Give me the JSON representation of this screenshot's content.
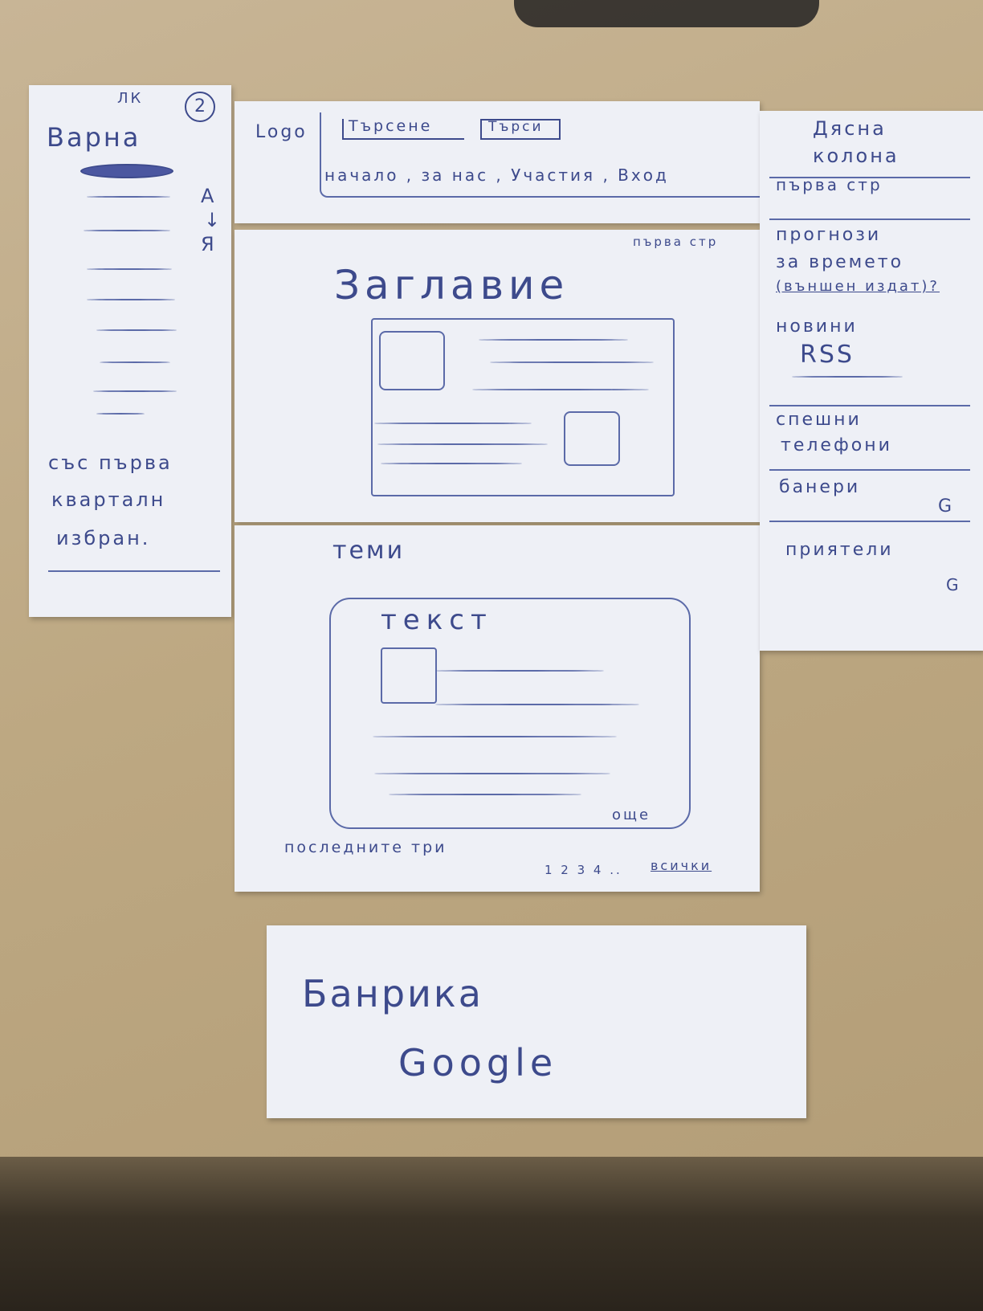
{
  "left_column": {
    "corner_mark": "ЛК",
    "page_number": "2",
    "city": "Варна",
    "sort_mark_top": "А",
    "sort_mark_bottom": "Я",
    "footer_text_1": "със първа",
    "footer_text_2": "кварталн",
    "footer_text_3": "избран."
  },
  "header": {
    "logo": "Logo",
    "search_field": "Търсене",
    "search_button": "Търси",
    "nav": "начало , за нас , Участия , Вход"
  },
  "main": {
    "page_label": "първа стр",
    "title": "Заглавие"
  },
  "topics": {
    "title": "теми",
    "text_label": "текст",
    "more_label": "още",
    "last_three": "последните три",
    "pagination": "1 2 3 4 ..",
    "all_label": "всички"
  },
  "right_column": {
    "title_1": "Дясна",
    "title_2": "колона",
    "item_first_page": "първа стр",
    "weather_1": "прогнози",
    "weather_2": "за времето",
    "weather_3": "(външен издат)?",
    "news": "новини",
    "rss": "RSS",
    "phones_1": "спешни",
    "phones_2": "телефони",
    "banners": "банери",
    "banners_mark": "G",
    "friends": "приятели",
    "friends_mark": "G"
  },
  "bottom_banner": {
    "line_1": "Банрика",
    "line_2": "Google"
  }
}
